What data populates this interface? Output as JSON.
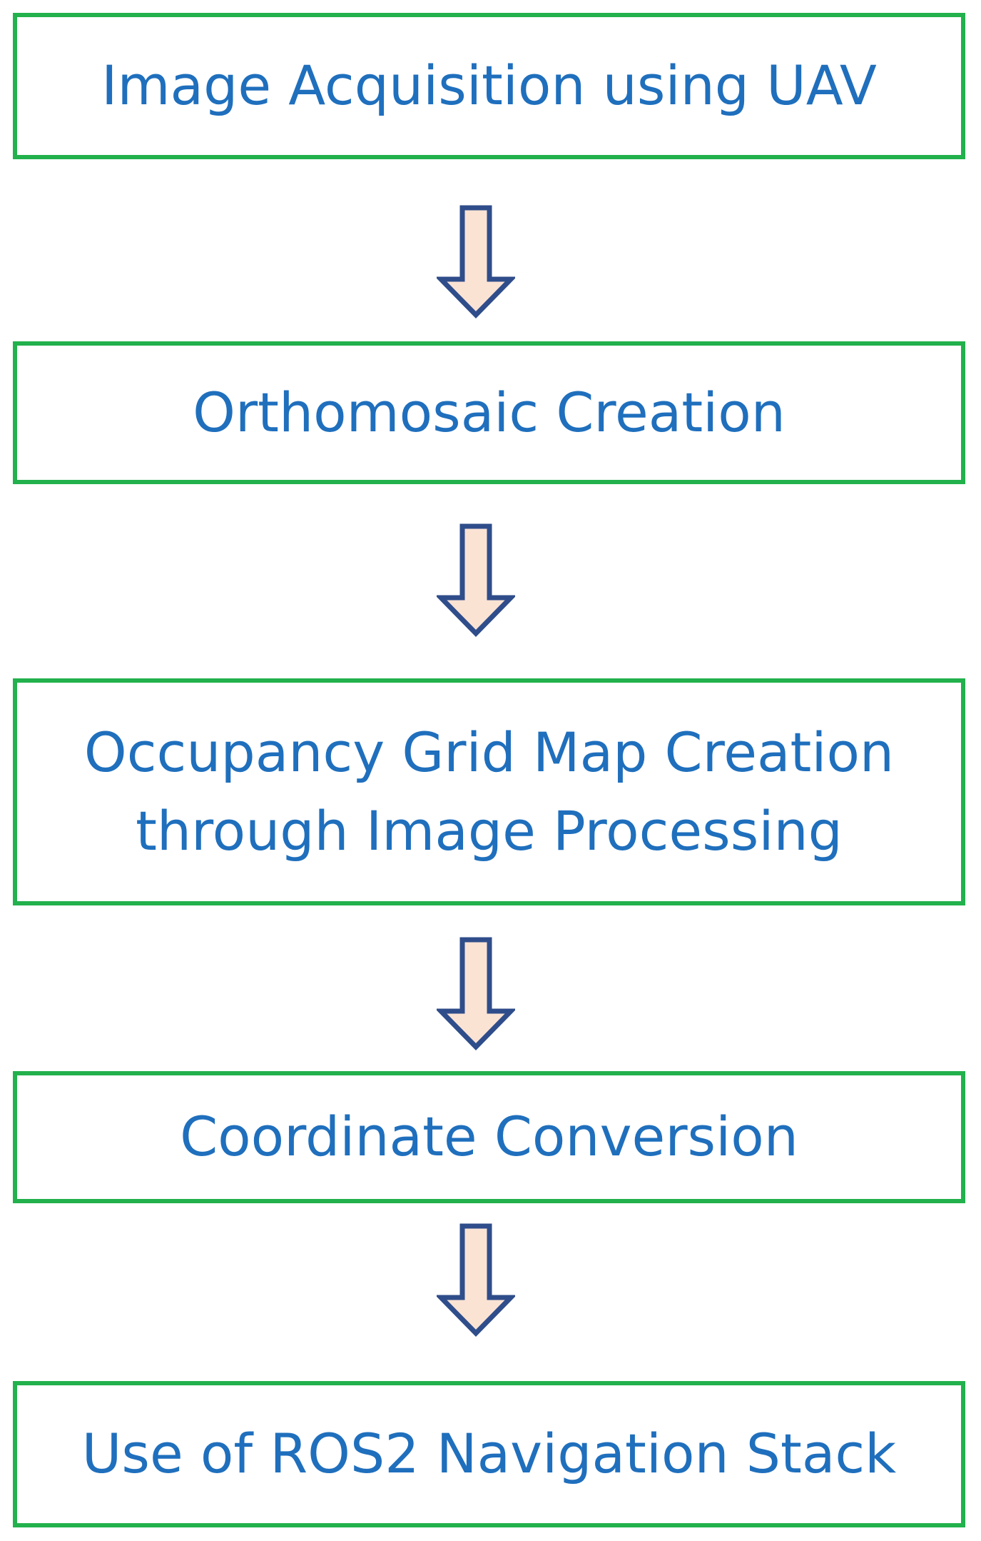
{
  "steps": [
    {
      "lines": [
        "Image Acquisition using UAV"
      ]
    },
    {
      "lines": [
        "Orthomosaic Creation"
      ]
    },
    {
      "lines": [
        "Occupancy Grid Map Creation",
        "through Image Processing"
      ]
    },
    {
      "lines": [
        "Coordinate Conversion"
      ]
    },
    {
      "lines": [
        "Use of ROS2 Navigation Stack"
      ]
    }
  ],
  "colors": {
    "box_border": "#22b14c",
    "text": "#1f6fbd",
    "arrow_fill": "#fbe3d4",
    "arrow_stroke": "#2f4d8a"
  }
}
